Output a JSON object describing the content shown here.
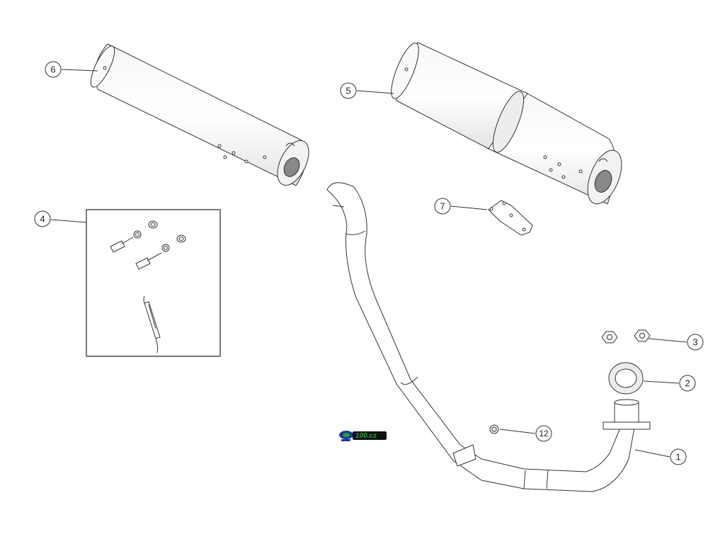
{
  "callouts": [
    {
      "id": "1",
      "label": "1"
    },
    {
      "id": "2",
      "label": "2"
    },
    {
      "id": "3",
      "label": "3"
    },
    {
      "id": "4",
      "label": "4"
    },
    {
      "id": "5",
      "label": "5"
    },
    {
      "id": "6",
      "label": "6"
    },
    {
      "id": "7",
      "label": "7"
    },
    {
      "id": "12",
      "label": "12"
    }
  ],
  "logo": {
    "text": "100.cz",
    "icon": "brand-logo-icon"
  },
  "colors": {
    "line": "#333333",
    "fill": "#ffffff",
    "shade": "#ececec",
    "logo_blue": "#1a3a9a",
    "logo_green": "#2aa02a",
    "logo_red": "#d22020"
  }
}
